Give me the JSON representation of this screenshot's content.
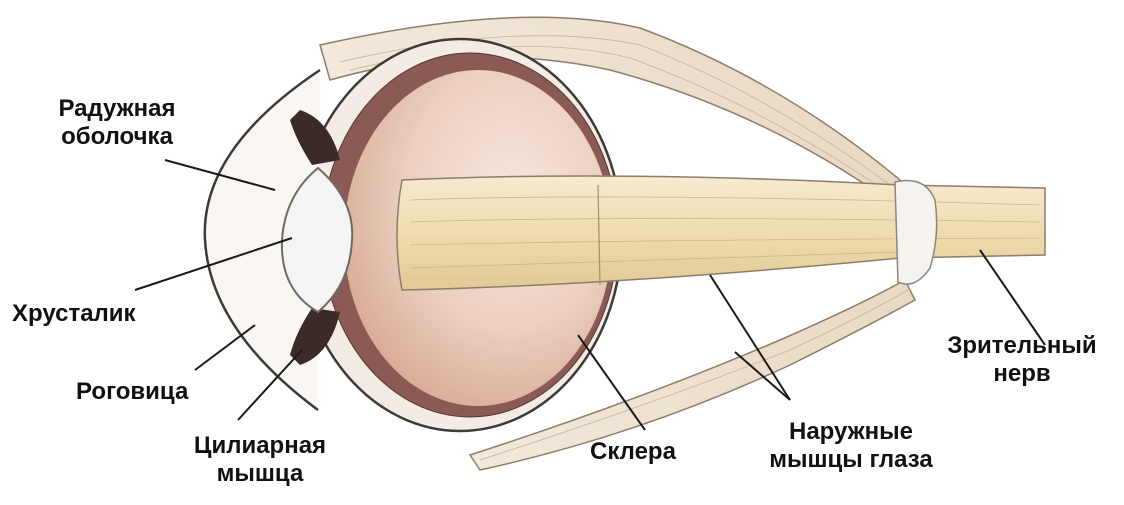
{
  "labels": {
    "iris_line1": "Радужная",
    "iris_line2": "оболочка",
    "lens": "Хрусталик",
    "cornea": "Роговица",
    "ciliary_line1": "Цилиарная",
    "ciliary_line2": "мышца",
    "sclera": "Склера",
    "muscles_line1": "Наружные",
    "muscles_line2": "мышцы глаза",
    "nerve_line1": "Зрительный",
    "nerve_line2": "нерв"
  },
  "colors": {
    "background": "#ffffff",
    "text": "#111111",
    "leader_line": "#1a1a1a",
    "sclera_fill": "#f3ece4",
    "choroid": "#8a5a55",
    "inner_eye": "#ecd0c3",
    "lens_fill": "#f4f4f4",
    "muscle_fill": "#efe2cf",
    "nerve_fill": "#f0e0b8"
  }
}
